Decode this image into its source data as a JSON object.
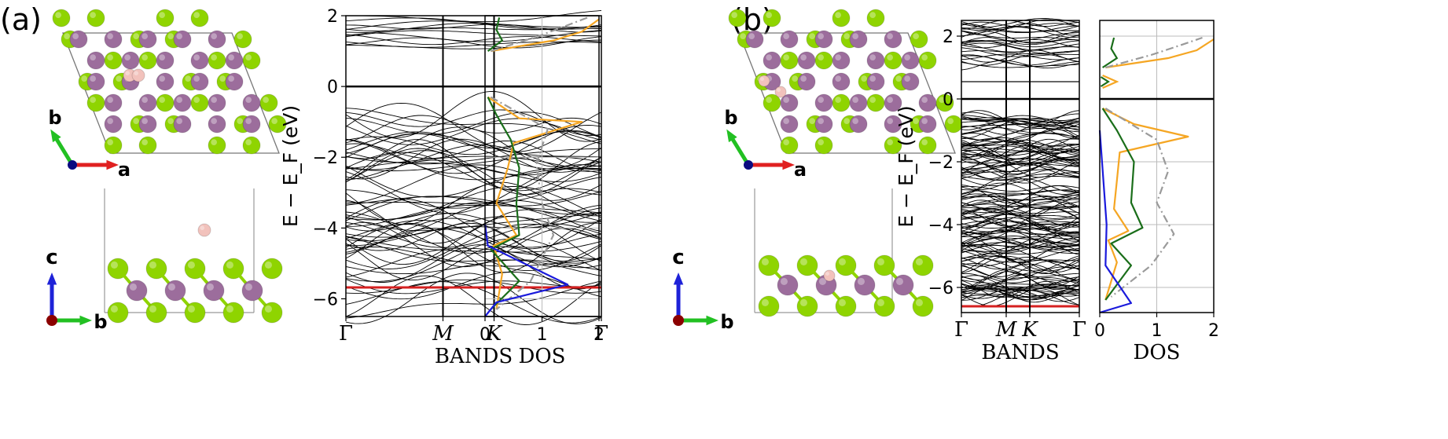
{
  "panels": [
    {
      "label": "(a)",
      "structure": {
        "top_view_axes": [
          "a",
          "b"
        ],
        "side_view_axes": [
          "b",
          "c"
        ]
      },
      "bands": {
        "xlabel": "BANDS",
        "ylabel": "E − E_F (eV)",
        "kpoints": [
          "Γ",
          "M",
          "K",
          "Γ"
        ],
        "ylim": [
          -6.5,
          2.0
        ],
        "yticks": [
          "2",
          "0",
          "−2",
          "−4",
          "−6"
        ],
        "highlight_level": -5.68
      },
      "dos": {
        "xlabel": "DOS",
        "xticks": [
          "0",
          "1",
          "2"
        ],
        "xlim": [
          0,
          2
        ]
      }
    },
    {
      "label": "(b)",
      "structure": {
        "top_view_axes": [
          "a",
          "b"
        ],
        "side_view_axes": [
          "b",
          "c"
        ]
      },
      "bands": {
        "xlabel": "BANDS",
        "ylabel": "E − E_F (eV)",
        "kpoints": [
          "Γ",
          "M",
          "K",
          "Γ"
        ],
        "ylim": [
          -6.8,
          2.5
        ],
        "yticks": [
          "2",
          "0",
          "−2",
          "−4",
          "−6"
        ],
        "highlight_level": -6.6
      },
      "dos": {
        "xlabel": "DOS",
        "xticks": [
          "0",
          "1",
          "2"
        ],
        "xlim": [
          0,
          2
        ]
      }
    }
  ],
  "colors": {
    "host_atom": "#8fd400",
    "metal_atom": "#9c6d9c",
    "adsorbate": "#f2c2bc",
    "axis_a": "#e02020",
    "axis_b": "#22c022",
    "axis_c": "#1e22d8",
    "dos_orange": "#f5a623",
    "dos_green": "#1a6e1a",
    "dos_grey": "#9a9a9a",
    "dos_blue": "#1a1adc",
    "band_highlight": "#d62020"
  },
  "chart_data": [
    {
      "type": "line",
      "name_ref": "(a) BANDS",
      "x": [
        "Γ",
        "M",
        "K",
        "Γ"
      ],
      "xlabel": "BANDS",
      "ylabel": "E − E_F (eV)",
      "ylim": [
        -6.5,
        2.0
      ],
      "series": [
        {
          "values": [
            -0.4,
            -0.9,
            -1.2,
            -0.4
          ]
        },
        {
          "values": [
            -5.68,
            -5.68,
            -5.68,
            -5.68
          ]
        },
        {
          "values": [
            1.05,
            1.15,
            1.35,
            1.05
          ]
        }
      ]
    },
    {
      "type": "line",
      "name_ref": "(a) DOS",
      "xlabel": "DOS",
      "xlim": [
        0,
        2
      ],
      "ylim": [
        -6.5,
        2.0
      ],
      "series": [
        {
          "name_hidden": true,
          "color": "orange",
          "points": [
            [
              0.05,
              -0.3
            ],
            [
              0.6,
              -0.9
            ],
            [
              1.7,
              -1.0
            ],
            [
              0.5,
              -1.6
            ],
            [
              0.4,
              -2.3
            ],
            [
              0.2,
              -3.3
            ],
            [
              0.55,
              -4.2
            ],
            [
              0.15,
              -4.5
            ],
            [
              0.3,
              -5.3
            ],
            [
              0.2,
              -6.3
            ]
          ]
        },
        {
          "name_hidden": true,
          "color": "green",
          "points": [
            [
              0.05,
              -0.3
            ],
            [
              0.2,
              -0.8
            ],
            [
              0.45,
              -1.5
            ],
            [
              0.6,
              -2.3
            ],
            [
              0.55,
              -3.3
            ],
            [
              0.6,
              -4.2
            ],
            [
              0.1,
              -4.6
            ],
            [
              0.6,
              -5.5
            ],
            [
              0.1,
              -6.3
            ]
          ]
        },
        {
          "name_hidden": true,
          "color": "grey",
          "points": [
            [
              0.1,
              -0.3
            ],
            [
              1.1,
              -1.2
            ],
            [
              0.9,
              -2.2
            ],
            [
              1.0,
              -3.3
            ],
            [
              1.2,
              -4.2
            ],
            [
              0.8,
              -5.5
            ],
            [
              0.2,
              -6.3
            ]
          ]
        },
        {
          "name_hidden": true,
          "color": "blue",
          "points": [
            [
              0.0,
              -3.9
            ],
            [
              0.05,
              -4.5
            ],
            [
              1.45,
              -5.6
            ],
            [
              0.2,
              -6.1
            ],
            [
              0.0,
              -6.5
            ]
          ]
        }
      ]
    },
    {
      "type": "line",
      "name_ref": "(b) BANDS",
      "x": [
        "Γ",
        "M",
        "K",
        "Γ"
      ],
      "xlabel": "BANDS",
      "ylabel": "E − E_F (eV)",
      "ylim": [
        -6.8,
        2.5
      ],
      "series": [
        {
          "values": [
            0.55,
            0.55,
            0.55,
            0.55
          ]
        },
        {
          "values": [
            -6.6,
            -6.6,
            -6.6,
            -6.6
          ]
        }
      ]
    },
    {
      "type": "line",
      "name_ref": "(b) DOS",
      "xlabel": "DOS",
      "xlim": [
        0,
        2
      ],
      "ylim": [
        -6.8,
        2.5
      ],
      "series": [
        {
          "color": "orange",
          "points": [
            [
              0.05,
              -0.3
            ],
            [
              0.6,
              -0.8
            ],
            [
              1.55,
              -1.2
            ],
            [
              0.35,
              -1.7
            ],
            [
              0.3,
              -2.6
            ],
            [
              0.25,
              -3.5
            ],
            [
              0.5,
              -4.2
            ],
            [
              0.15,
              -4.5
            ],
            [
              0.3,
              -5.2
            ],
            [
              0.1,
              -6.4
            ]
          ]
        },
        {
          "color": "green",
          "points": [
            [
              0.05,
              -0.3
            ],
            [
              0.3,
              -1.0
            ],
            [
              0.6,
              -2.0
            ],
            [
              0.55,
              -3.3
            ],
            [
              0.75,
              -4.1
            ],
            [
              0.2,
              -4.6
            ],
            [
              0.55,
              -5.3
            ],
            [
              0.1,
              -6.4
            ]
          ]
        },
        {
          "color": "grey",
          "points": [
            [
              0.1,
              -0.3
            ],
            [
              1.0,
              -1.3
            ],
            [
              1.2,
              -2.3
            ],
            [
              1.0,
              -3.3
            ],
            [
              1.3,
              -4.3
            ],
            [
              0.9,
              -5.3
            ],
            [
              0.2,
              -6.3
            ]
          ]
        },
        {
          "color": "blue",
          "points": [
            [
              0.0,
              -1.0
            ],
            [
              0.12,
              -4.0
            ],
            [
              0.1,
              -5.3
            ],
            [
              0.55,
              -6.5
            ],
            [
              0.0,
              -6.8
            ]
          ]
        }
      ]
    }
  ]
}
